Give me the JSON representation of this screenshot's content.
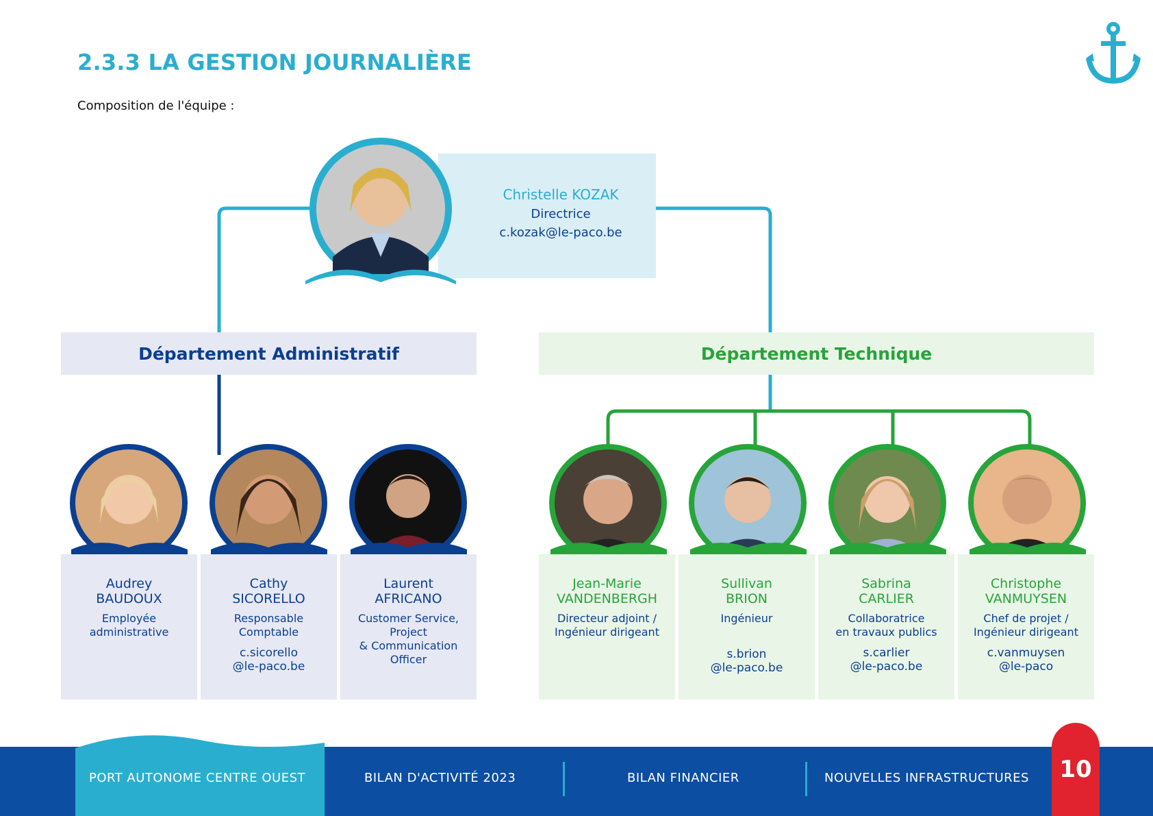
{
  "header": {
    "title": "2.3.3 LA GESTION JOURNALIÈRE",
    "subtitle": "Composition de l'équipe :",
    "logo_icon": "anchor-icon"
  },
  "colors": {
    "cyan": "#2aaed0",
    "navy": "#0b3f8f",
    "green": "#27a43a",
    "footer_blue": "#0b4ea2",
    "page_red": "#e1232f"
  },
  "director": {
    "name": "Christelle KOZAK",
    "role": "Directrice",
    "email": "c.kozak@le-paco.be"
  },
  "departments": {
    "admin": {
      "title": "Département Administratif",
      "members": [
        {
          "first": "Audrey",
          "last": "BAUDOUX",
          "role": "Employée\nadministrative",
          "email": ""
        },
        {
          "first": "Cathy",
          "last": "SICORELLO",
          "role": "Responsable\nComptable",
          "email": "c.sicorello\n@le-paco.be"
        },
        {
          "first": "Laurent",
          "last": "AFRICANO",
          "role": "Customer Service,\nProject\n& Communication\nOfficer",
          "email": ""
        }
      ]
    },
    "tech": {
      "title": "Département Technique",
      "members": [
        {
          "first": "Jean-Marie",
          "last": "VANDENBERGH",
          "role": "Directeur adjoint /\nIngénieur dirigeant",
          "email": ""
        },
        {
          "first": "Sullivan",
          "last": "BRION",
          "role": "Ingénieur",
          "email": "s.brion\n@le-paco.be"
        },
        {
          "first": "Sabrina",
          "last": "CARLIER",
          "role": "Collaboratrice\nen travaux publics",
          "email": "s.carlier\n@le-paco.be"
        },
        {
          "first": "Christophe",
          "last": "VANMUYSEN",
          "role": "Chef de projet /\nIngénieur dirigeant",
          "email": "c.vanmuysen\n@le-paco"
        }
      ]
    }
  },
  "footer": {
    "items": [
      "PORT AUTONOME CENTRE OUEST",
      "BILAN  D'ACTIVITÉ 2023",
      "BILAN  FINANCIER",
      "NOUVELLES INFRASTRUCTURES"
    ],
    "page_number": "10"
  }
}
